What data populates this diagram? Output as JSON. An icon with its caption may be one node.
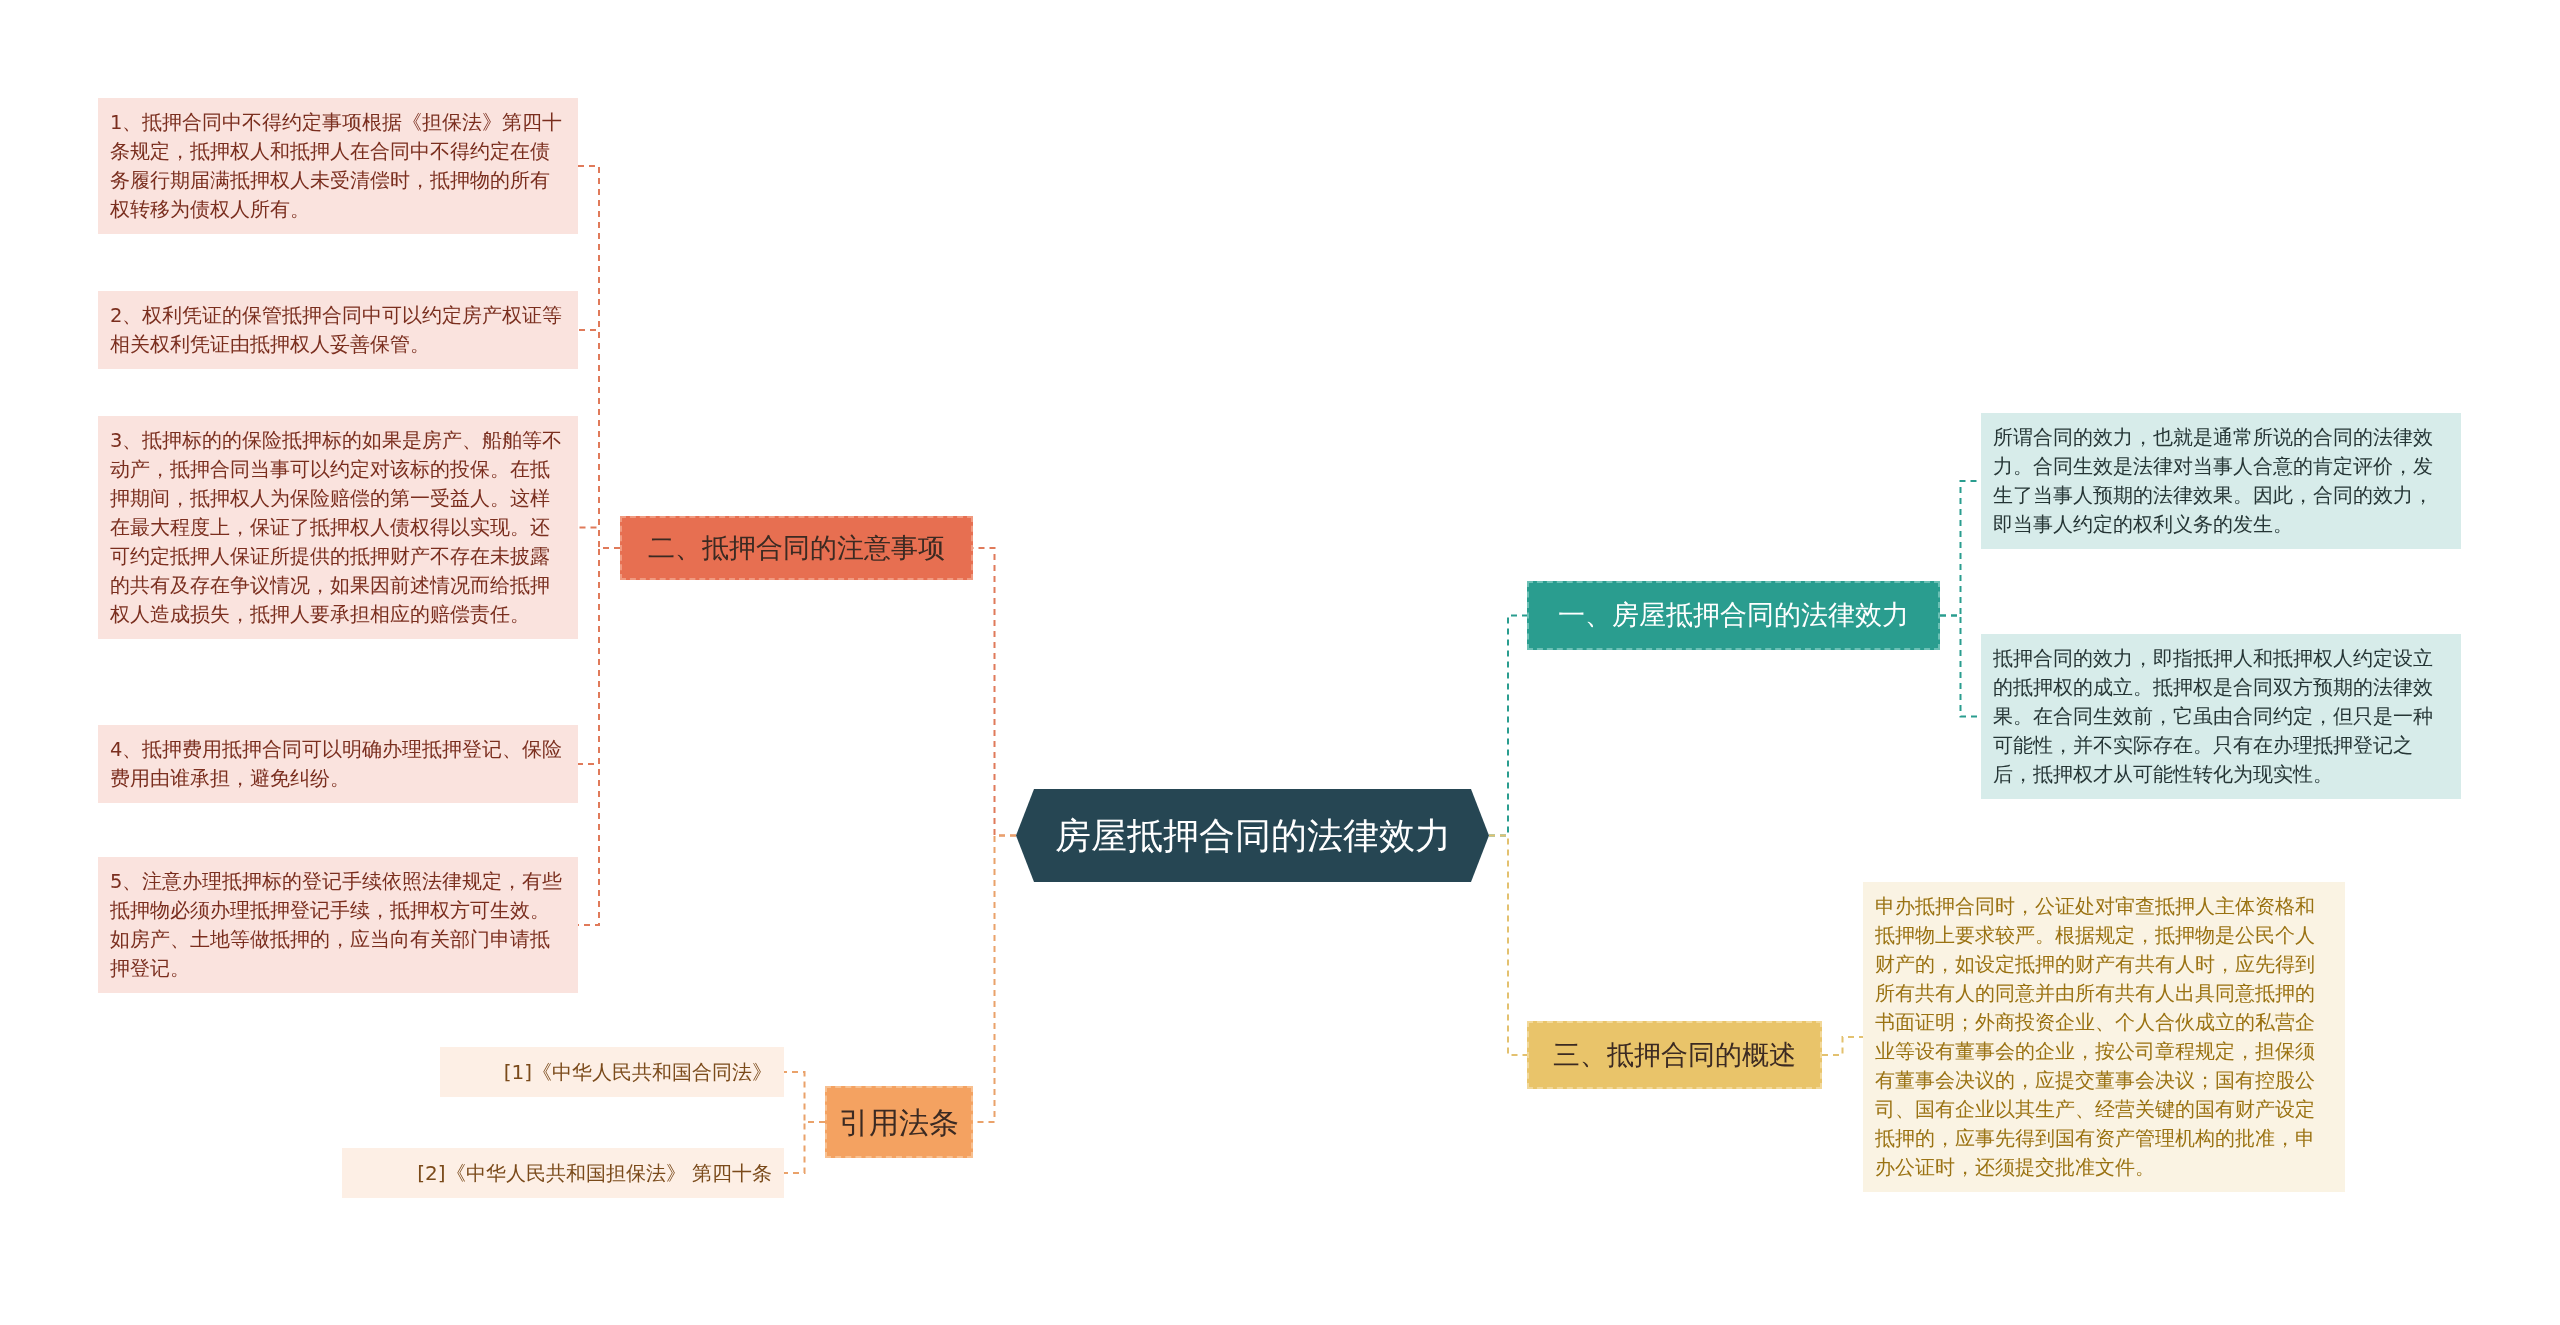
{
  "diagram": {
    "nodes": [
      {
        "text": [
          "房屋抵押合同的法律效力"
        ]
      },
      {
        "text": [
          "二、抵押合同的注意事项"
        ]
      },
      {
        "text": [
          "1、抵押合同中不得约定事项根据《担保法》第四十条规定，抵押权人和抵押人在合同中不得约定在债务履行期届满抵押权人未受清偿时，抵押物的所有权转移为债权人所有。"
        ]
      },
      {
        "text": [
          "2、权利凭证的保管抵押合同中可以约定房产权证等相关权利凭证由抵押权人妥善保管。"
        ]
      },
      {
        "text": [
          "3、抵押标的的保险抵押标的如果是房产、船舶等不动产，抵押合同当事可以约定对该标的投保。在抵押期间，抵押权人为保险赔偿的第一受益人。这样在最大程度上，保证了抵押权人债权得以实现。还可约定抵押人保证所提供的抵押财产不存在未披露的共有及存在争议情况，如果因前述情况而给抵押权人造成损失，抵押人要承担相应的赔偿责任。"
        ]
      },
      {
        "text": [
          "4、抵押费用抵押合同可以明确办理抵押登记、保险费用由谁承担，避免纠纷。"
        ]
      },
      {
        "text": [
          "5、注意办理抵押标的登记手续依照法律规定，有些抵押物必须办理抵押登记手续，抵押权方可生效。如房产、土地等做抵押的，应当向有关部门申请抵押登记。"
        ]
      },
      {
        "text": [
          "引用法条"
        ]
      },
      {
        "text": [
          "[1]《中华人民共和国合同法》"
        ]
      },
      {
        "text": [
          "[2]《中华人民共和国担保法》 第四十条"
        ]
      },
      {
        "text": [
          "一、房屋抵押合同的法律效力"
        ]
      },
      {
        "text": [
          "所谓合同的效力，也就是通常所说的合同的法律效力。合同生效是法律对当事人合意的肯定评价，发生了当事人预期的法律效果。因此，合同的效力，即当事人约定的权利义务的发生。"
        ]
      },
      {
        "text": [
          "抵押合同的效力，即指抵押人和抵押权人约定设立的抵押权的成立。抵押权是合同双方预期的法律效果。在合同生效前，它虽由合同约定，但只是一种可能性，并不实际存在。只有在办理抵押登记之后，抵押权才从可能性转化为现实性。"
        ]
      },
      {
        "text": [
          "三、抵押合同的概述"
        ]
      },
      {
        "text": [
          "申办抵押合同时，公证处对审查抵押人主体资格和抵押物上要求较严。根据规定，抵押物是公民个人财产的，如设定抵押的财产有共有人时，应先得到所有共有人的同意并由所有共有人出具同意抵押的书面证明；外商投资企业、个人合伙成立的私营企业等设有董事会的企业，按公司章程规定，担保须有董事会决议的，应提交董事会决议；国有控股公司、国有企业以其生产、经营关键的国有财产设定抵押的，应事先得到国有资产管理机构的批准，申办公证时，还须提交批准文件。"
        ]
      }
    ],
    "edges": [
      {
        "from": 0,
        "to": 1,
        "arrow": "none",
        "style": "dashed",
        "color": "#e07a5a"
      },
      {
        "from": 1,
        "to": 2,
        "arrow": "none",
        "style": "dashed",
        "color": "#e07a5a"
      },
      {
        "from": 1,
        "to": 3,
        "arrow": "none",
        "style": "dashed",
        "color": "#e07a5a"
      },
      {
        "from": 1,
        "to": 4,
        "arrow": "none",
        "style": "dashed",
        "color": "#e07a5a"
      },
      {
        "from": 1,
        "to": 5,
        "arrow": "none",
        "style": "dashed",
        "color": "#e07a5a"
      },
      {
        "from": 1,
        "to": 6,
        "arrow": "none",
        "style": "dashed",
        "color": "#e07a5a"
      },
      {
        "from": 0,
        "to": 7,
        "arrow": "none",
        "style": "dashed",
        "color": "#eaa26a"
      },
      {
        "from": 7,
        "to": 8,
        "arrow": "none",
        "style": "dashed",
        "color": "#eaa26a"
      },
      {
        "from": 7,
        "to": 9,
        "arrow": "none",
        "style": "dashed",
        "color": "#eaa26a"
      },
      {
        "from": 0,
        "to": 10,
        "arrow": "none",
        "style": "dashed",
        "color": "#2a9d8f"
      },
      {
        "from": 10,
        "to": 11,
        "arrow": "none",
        "style": "dashed",
        "color": "#2a9d8f"
      },
      {
        "from": 10,
        "to": 12,
        "arrow": "none",
        "style": "dashed",
        "color": "#2a9d8f"
      },
      {
        "from": 0,
        "to": 13,
        "arrow": "none",
        "style": "dashed",
        "color": "#e3c16f"
      },
      {
        "from": 13,
        "to": 14,
        "arrow": "none",
        "style": "dashed",
        "color": "#e3c16f"
      }
    ]
  }
}
